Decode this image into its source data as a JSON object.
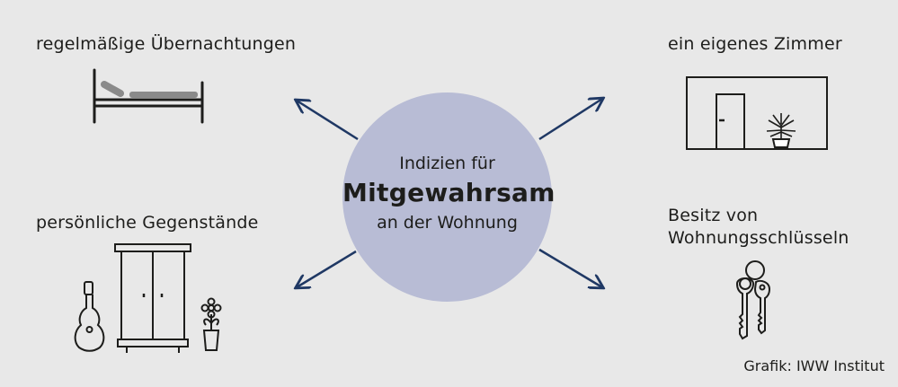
{
  "center": {
    "line1": "Indizien für",
    "line2": "Mitgewahrsam",
    "line3": "an der Wohnung"
  },
  "items": {
    "top_left": "regelmäßige Übernachtungen",
    "bottom_left": "persönliche Gegenstände",
    "top_right": "ein eigenes Zimmer",
    "bottom_right": [
      "Besitz von",
      "Wohnungsschlüsseln"
    ]
  },
  "credit": "Grafik: IWW Institut",
  "colors": {
    "background": "#e8e8e8",
    "circle": "#b8bcd5",
    "arrow": "#1f3864",
    "text": "#1d1d1b"
  },
  "icons": [
    "bed-icon",
    "room-icon",
    "wardrobe-icon",
    "guitar-icon",
    "flower-pot-icon",
    "keys-icon"
  ]
}
